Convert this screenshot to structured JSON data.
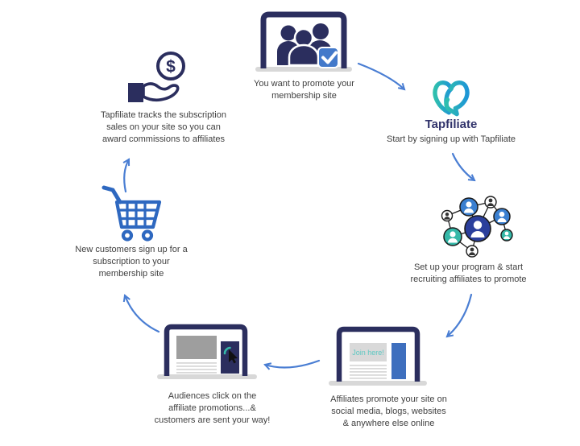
{
  "palette": {
    "navy": "#2b2e5e",
    "blue": "#3d6fc0",
    "teal": "#35b8a8",
    "arrow_blue": "#4a7ed3",
    "logo_teal": "#2fbfae",
    "logo_blue": "#1e96d6",
    "logo_text_navy": "#31336b",
    "check_blue": "#4379ca",
    "network_center_blue": "#2b3f9c",
    "network_blue": "#3a7fd0",
    "light_gray": "#d9d9d9",
    "mid_gray": "#9e9e9e",
    "caption_text": "#3f3f3f"
  },
  "nodes": {
    "promote": {
      "caption": "You want to promote your\nmembership site"
    },
    "signup": {
      "brand": "Tapfiliate",
      "caption": "Start by signing up with Tapfiliate"
    },
    "program": {
      "caption": "Set up your program & start\nrecruiting affiliates to promote"
    },
    "affiliates": {
      "join_label": "Join here!",
      "caption": "Affiliates promote your site on\nsocial media, blogs, websites\n& anywhere else online"
    },
    "audiences": {
      "caption": "Audiences click on the\naffiliate promotions...&\ncustomers are sent your way!"
    },
    "customers": {
      "caption": "New customers sign up for a\nsubscription to your\nmembership site"
    },
    "tracking": {
      "coin_symbol": "$",
      "caption": "Tapfiliate tracks the subscription\nsales on your site so you can\naward commissions to affiliates"
    }
  }
}
